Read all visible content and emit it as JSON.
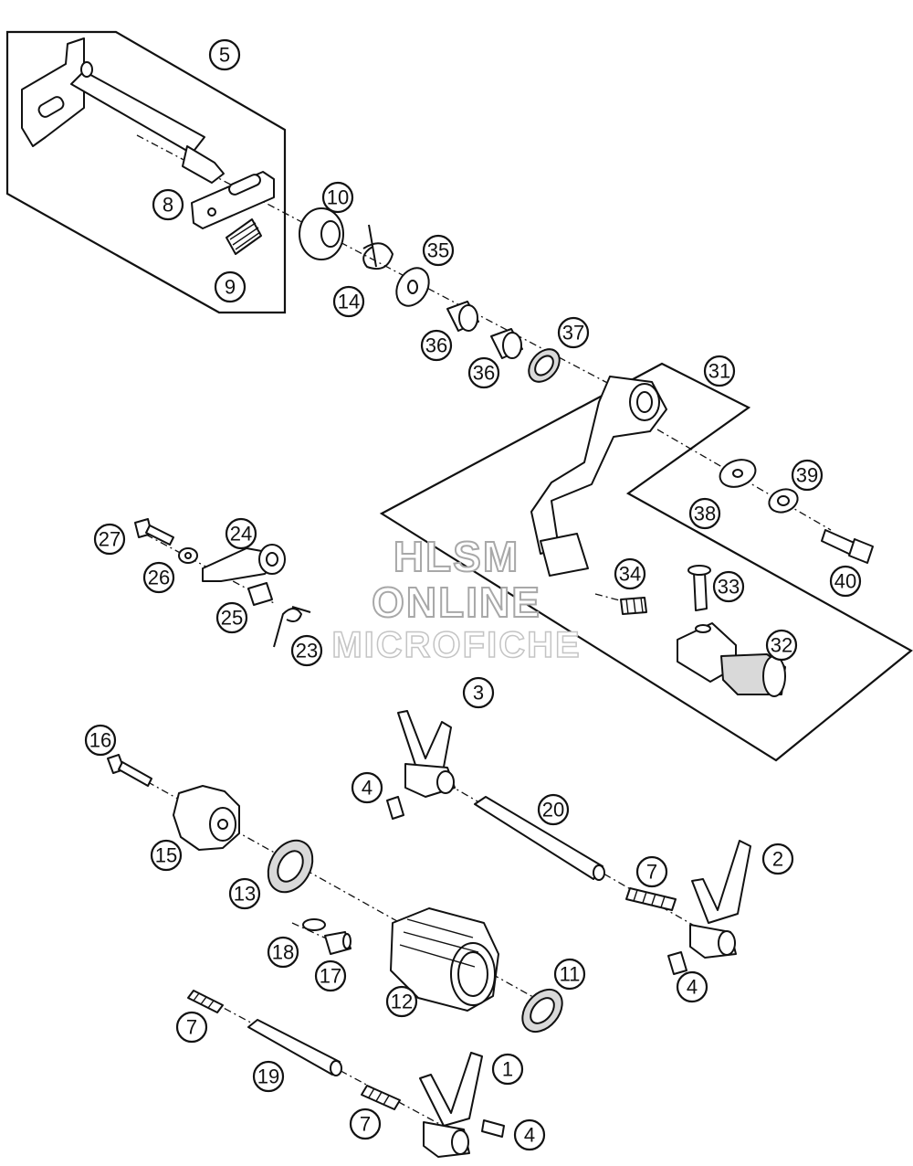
{
  "callouts": {
    "c1": "1",
    "c2": "2",
    "c3": "3",
    "c4a": "4",
    "c4b": "4",
    "c4c": "4",
    "c5": "5",
    "c7a": "7",
    "c7b": "7",
    "c7c": "7",
    "c8": "8",
    "c9": "9",
    "c10": "10",
    "c11": "11",
    "c12": "12",
    "c13": "13",
    "c14": "14",
    "c15": "15",
    "c16": "16",
    "c17": "17",
    "c18": "18",
    "c19": "19",
    "c20": "20",
    "c23": "23",
    "c24": "24",
    "c25": "25",
    "c26": "26",
    "c27": "27",
    "c31": "31",
    "c32": "32",
    "c33": "33",
    "c34": "34",
    "c35": "35",
    "c36a": "36",
    "c36b": "36",
    "c37": "37",
    "c38": "38",
    "c39": "39",
    "c40": "40"
  },
  "watermark": {
    "line1": "HLSM",
    "line2": "ONLINE",
    "line3": "MICROFICHE"
  },
  "colors": {
    "line": "#111111",
    "watermark_outline": "#a8a8a8",
    "background": "#ffffff"
  }
}
